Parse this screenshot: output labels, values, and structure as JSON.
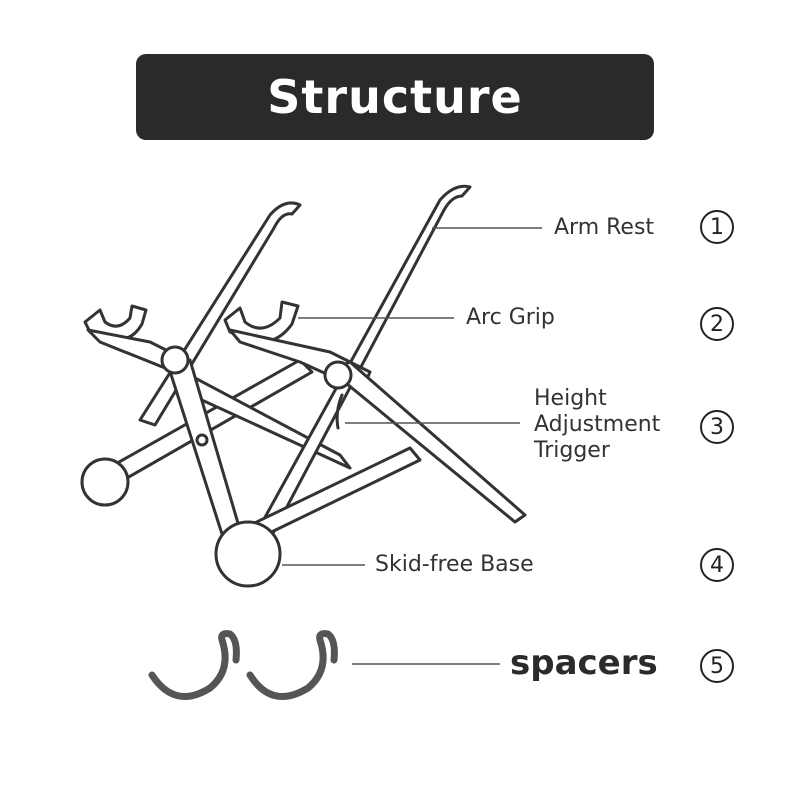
{
  "title": "Structure",
  "parts": [
    {
      "number": "1",
      "label": "Arm Rest"
    },
    {
      "number": "2",
      "label": "Arc Grip"
    },
    {
      "number": "3",
      "label_lines": [
        "Height",
        "Adjustment",
        "Trigger"
      ]
    },
    {
      "number": "4",
      "label": "Skid-free Base"
    },
    {
      "number": "5",
      "label": "spacers"
    }
  ],
  "colors": {
    "banner": "#2a2a2a",
    "line": "#333333",
    "spacer": "#555555"
  }
}
